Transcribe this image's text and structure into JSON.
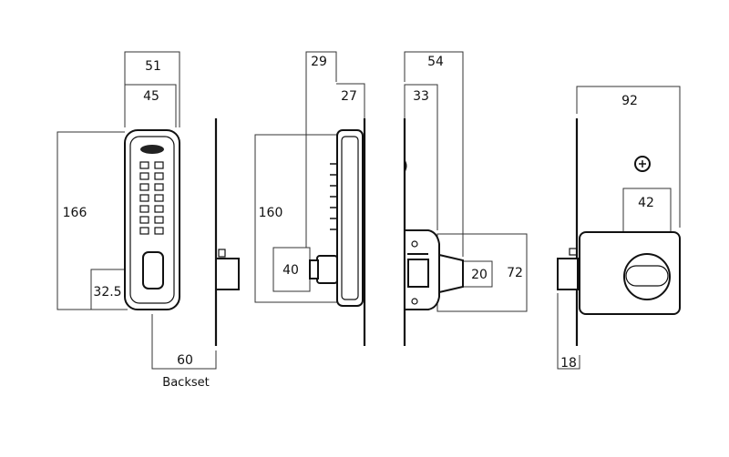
{
  "views": {
    "front_keypad": {
      "dim_width_outer": "51",
      "dim_width_inner": "45",
      "dim_height": "166",
      "dim_handle": "32.5",
      "dim_backset": "60",
      "backset_label": "Backset"
    },
    "side_keypad": {
      "dim_top": "29",
      "dim_depth": "27",
      "dim_height": "160",
      "dim_spindle": "40"
    },
    "side_latch": {
      "dim_outer": "54",
      "dim_inner": "33",
      "dim_bolt": "20",
      "dim_height": "72"
    },
    "rear_rim": {
      "dim_width": "92",
      "dim_knob": "42",
      "dim_bolt": "18"
    }
  }
}
